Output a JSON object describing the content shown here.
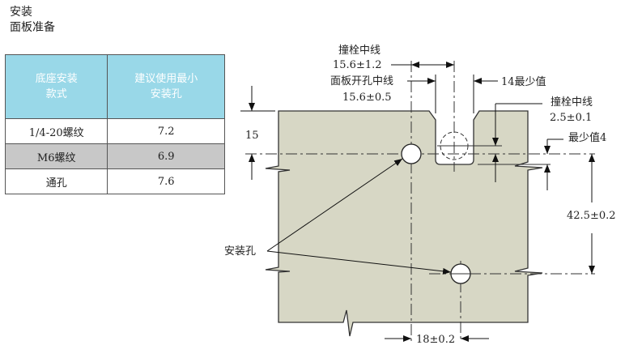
{
  "heading": {
    "line1": "安装",
    "line2": "面板准备"
  },
  "table": {
    "headers": [
      [
        "底座安装",
        "款式"
      ],
      [
        "建议使用最小",
        "安装孔"
      ]
    ],
    "rows": [
      {
        "type": "1/4-20螺纹",
        "hole": "7.2"
      },
      {
        "type": "M6螺纹",
        "hole": "6.9"
      },
      {
        "type": "通孔",
        "hole": "7.6"
      }
    ],
    "header_color": "#99d8e8",
    "alt_row_color": "#c8c8c8"
  },
  "diagram": {
    "panel_color": "#d7d7c5",
    "labels": {
      "bolt_center_top": "撞栓中线",
      "bolt_center_top_value": "15.6±1.2",
      "panel_hole_center": "面板开孔中线",
      "panel_hole_center_value": "15.6±0.5",
      "slot_min": "14最少值",
      "bolt_center_right": "撞栓中线",
      "bolt_center_right_value": "2.5±0.1",
      "min4": "最少值4",
      "dim15": "15",
      "dim42": "42.5±0.2",
      "dim18": "18±0.2",
      "mount_hole": "安装孔"
    }
  }
}
